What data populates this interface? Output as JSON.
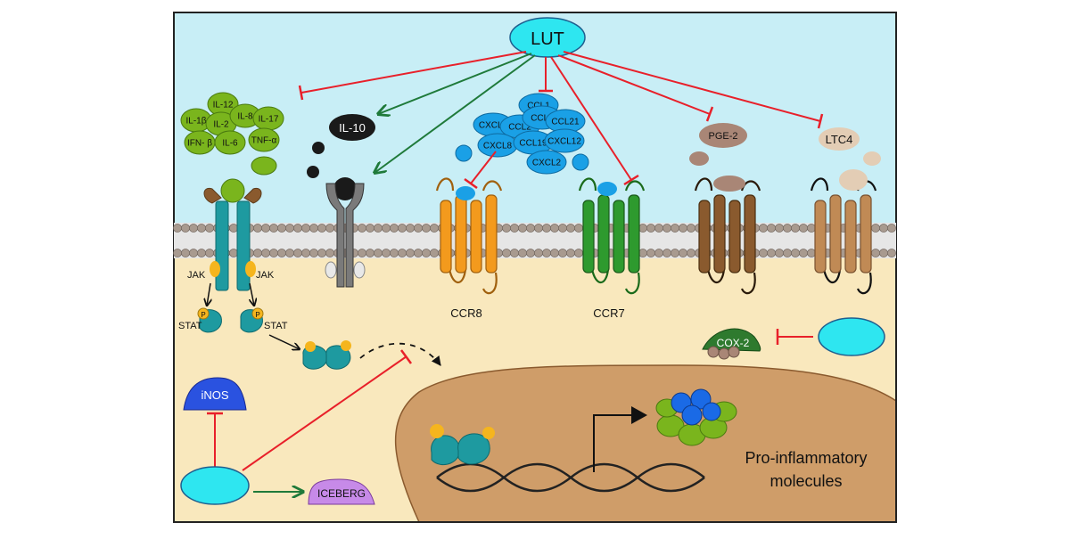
{
  "colors": {
    "extracellular": "#c8eef6",
    "cytoplasm": "#f9e8bd",
    "nucleus": "#cf9d69",
    "lut": "#2ee6f0",
    "inhibit": "#e8202a",
    "activate": "#1f7a3a",
    "cytokine_green": "#7ab51d",
    "chemokine_blue": "#1aa0e6",
    "il10": "#1a1a1a",
    "ccr8": "#f39a1d",
    "ccr7": "#2e9a2e",
    "brown_receptor": "#8a5a2e",
    "tan_receptor": "#c08a55"
  },
  "labels": {
    "lut": "LUT",
    "il10": "IL-10",
    "pge2": "PGE-2",
    "ltc4": "LTC4",
    "cox2": "COX-2",
    "inos": "iNOS",
    "iceberg": "ICEBERG",
    "ccr8": "CCR8",
    "ccr7": "CCR7",
    "jak_left": "JAK",
    "jak_right": "JAK",
    "stat_left": "STAT",
    "stat_right": "STAT",
    "p_left": "P",
    "p_right": "P",
    "pro_line1": "Pro-inflammatory",
    "pro_line2": "molecules"
  },
  "cytokines": [
    "IL-12",
    "IL-1β",
    "IL-2",
    "IL-8",
    "IL-17",
    "IFN- β",
    "IL-6",
    "TNF-α"
  ],
  "chemokines": [
    "CCL1",
    "CXCL9",
    "CCL2",
    "CCL3",
    "CCL21",
    "CXCL8",
    "CCL19",
    "CXCL12",
    "CXCL2"
  ]
}
